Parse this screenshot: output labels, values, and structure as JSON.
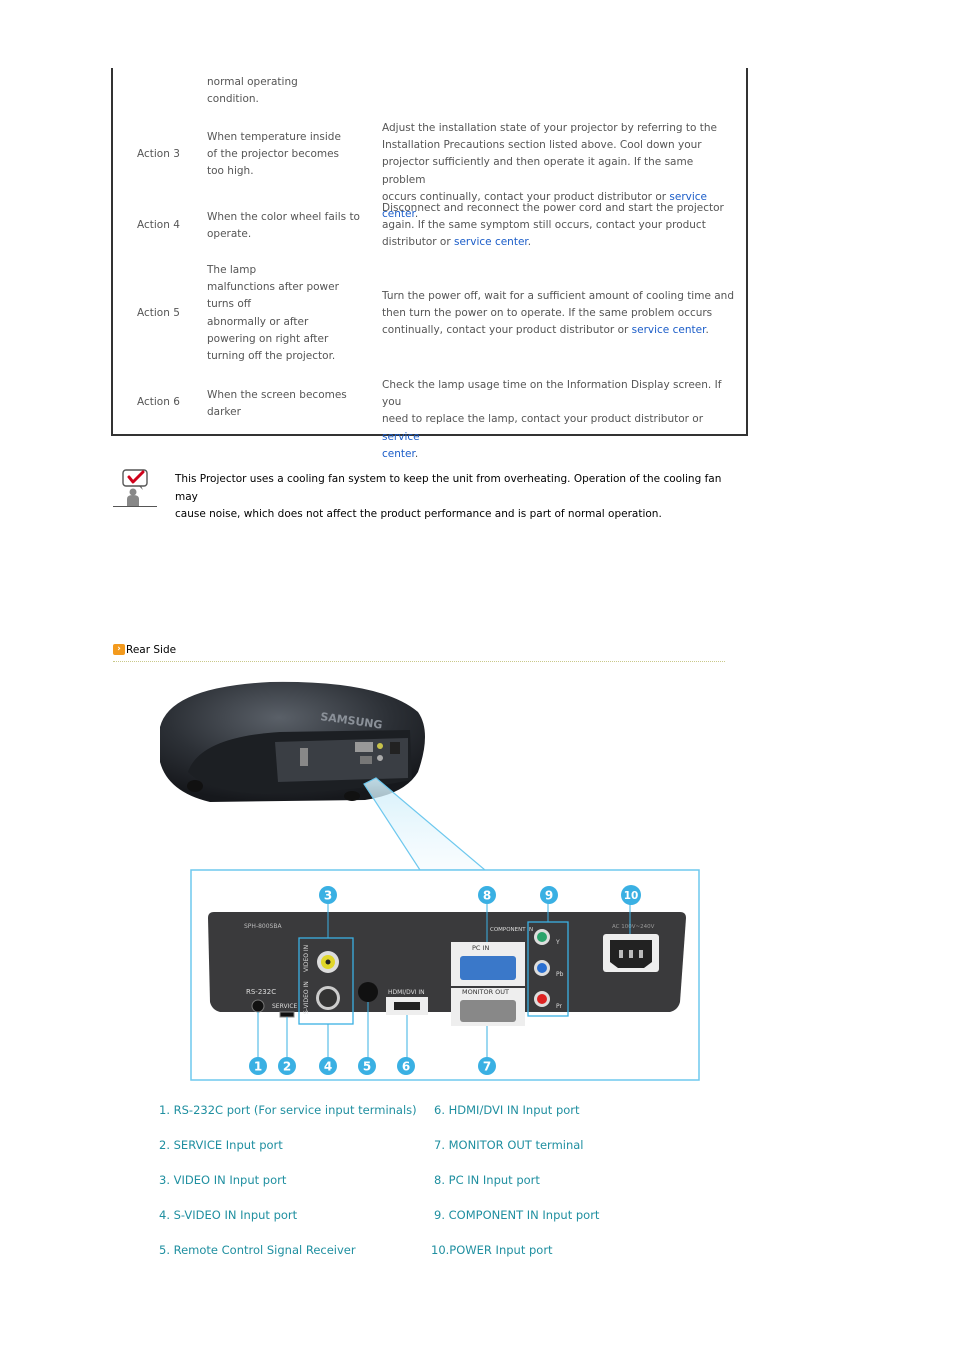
{
  "table": {
    "rows": [
      {
        "action": "",
        "condition": [
          "normal operating",
          "condition."
        ],
        "solution": "",
        "link": "",
        "tail": ""
      },
      {
        "action": "Action 3",
        "condition": [
          "When temperature inside",
          "of the projector becomes",
          "too high."
        ],
        "solution_lines": [
          "Adjust the installation state of your projector by referring to the",
          "Installation Precautions section listed above. Cool down your",
          "projector sufficiently and then operate it again. If the same problem",
          "occurs continually, contact your product distributor or "
        ],
        "link": "service center",
        "tail": "."
      },
      {
        "action": "Action 4",
        "condition": [
          "When the color wheel fails to",
          "operate."
        ],
        "solution_lines": [
          "Disconnect and reconnect the power cord and start the projector",
          "again. If the same symptom still occurs, contact your product",
          "distributor or "
        ],
        "link": "service center",
        "tail": "."
      },
      {
        "action": "Action 5",
        "condition": [
          "The lamp",
          "malfunctions after power",
          "turns off",
          "abnormally or after",
          "powering on right after",
          "turning off the projector."
        ],
        "solution_lines": [
          "Turn the power off, wait for a sufficient amount of cooling time and",
          "then turn the power on to operate. If the same problem occurs",
          "continually, contact your product distributor or "
        ],
        "link": "service center",
        "tail": "."
      },
      {
        "action": "Action 6",
        "condition": [
          "When the screen becomes",
          "darker"
        ],
        "solution_lines": [
          "Check the lamp usage time on the Information Display screen. If you",
          "need to replace the lamp, contact your product distributor or "
        ],
        "link": "service",
        "link2": "center",
        "tail": "."
      }
    ]
  },
  "note": {
    "icon": "checkmark-note-icon",
    "lines": [
      "This Projector uses a cooling fan system to keep the unit from overheating. Operation of the cooling fan may",
      "cause noise, which does not affect the product performance and is part of normal operation."
    ]
  },
  "rear_side": {
    "title": "Rear Side",
    "panel": {
      "brand": "SAMSUNG",
      "model": "SPH-800SBA",
      "labels": {
        "rs232c": "RS-232C",
        "service": "SERVICE",
        "video_in": "VIDEO IN",
        "svideo_in": "S-VIDEO IN",
        "hdmi": "HDMI/DVI IN",
        "pc_in": "PC IN",
        "monitor_out": "MONITOR OUT",
        "component_in": "COMPONENT IN",
        "ac": "AC 100V~240V",
        "comp_y": "Y",
        "comp_pb": "Pb",
        "comp_pr": "Pr"
      },
      "badges": [
        "1",
        "2",
        "3",
        "4",
        "5",
        "6",
        "7",
        "8",
        "9",
        "10"
      ]
    },
    "ports_left": [
      "1. RS-232C port (For service input terminals)",
      "2. SERVICE Input port",
      "3. VIDEO IN Input port",
      "4. S-VIDEO IN Input port",
      "5. Remote Control Signal Receiver"
    ],
    "ports_right": [
      "6. HDMI/DVI IN Input port",
      "7. MONITOR OUT terminal",
      "8. PC IN Input port",
      "9. COMPONENT IN Input port",
      "10.POWER Input port"
    ],
    "colors": {
      "badge": "#3ab0e3",
      "port_text": "#1f8fa0",
      "link": "#1a5cc8",
      "title_arrow": "#f39a1d"
    }
  }
}
